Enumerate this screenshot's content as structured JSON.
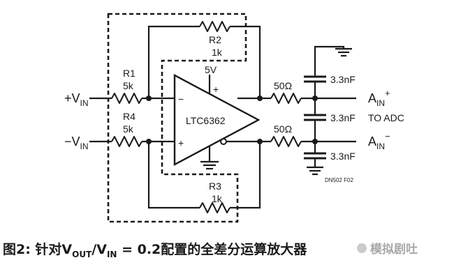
{
  "circuit": {
    "input_pos": {
      "prefix": "+V",
      "sub": "IN"
    },
    "input_neg": {
      "prefix": "−V",
      "sub": "IN"
    },
    "r1": {
      "name": "R1",
      "value": "5k"
    },
    "r4": {
      "name": "R4",
      "value": "5k"
    },
    "r2": {
      "name": "R2",
      "value": "1k"
    },
    "r3": {
      "name": "R3",
      "value": "1k"
    },
    "amp_label": "LTC6362",
    "supply": "5V",
    "minus_sign": "−",
    "plus_sign": "+",
    "plus_sign_top": "+",
    "rout_top": "50Ω",
    "rout_bottom": "50Ω",
    "cap_top": "3.3nF",
    "cap_mid": "3.3nF",
    "cap_bottom": "3.3nF",
    "out_pos": {
      "prefix": "A",
      "sub": "IN",
      "sup": "+"
    },
    "out_neg": {
      "prefix": "A",
      "sub": "IN",
      "sup": "−"
    },
    "to_adc": "TO ADC",
    "figure_code": "DN502 F02"
  },
  "caption": {
    "prefix": "图2: 针对V",
    "sub_out": "OUT",
    "slash": "/V",
    "sub_in": "IN",
    "suffix": " = 0.2配置的全差分运算放大器"
  },
  "watermark": "模拟剧吐"
}
